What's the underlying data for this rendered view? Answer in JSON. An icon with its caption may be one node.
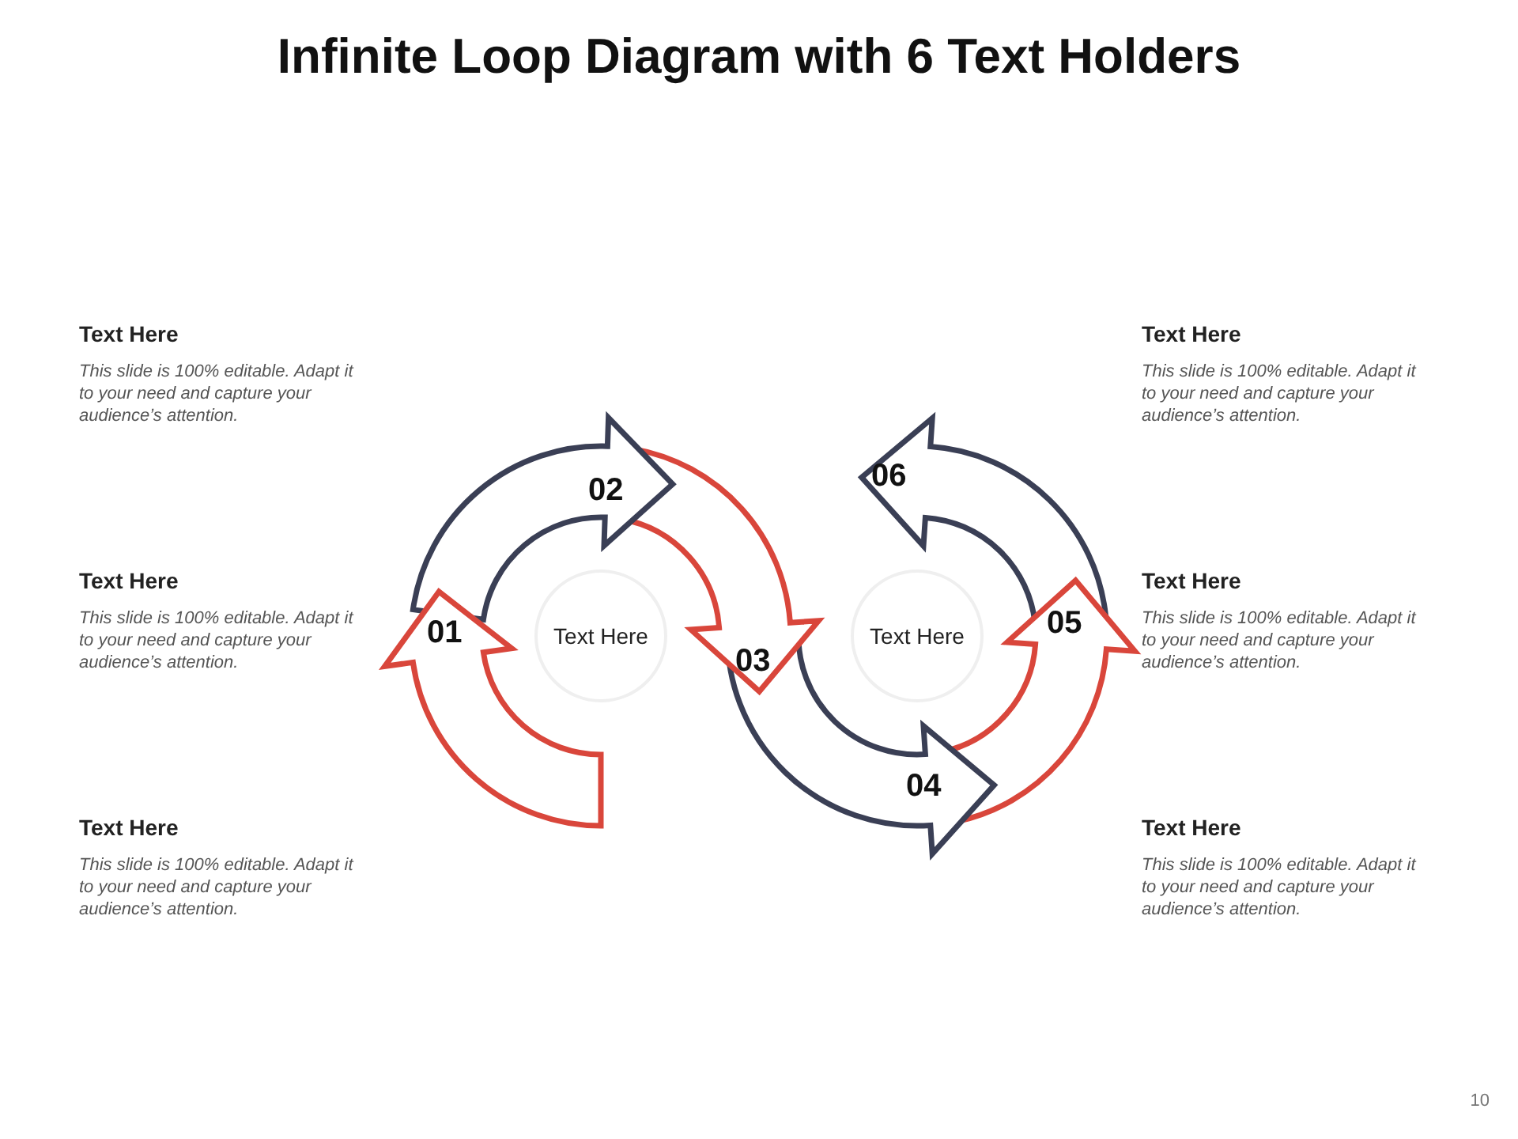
{
  "diagram": {
    "title": "Infinite Loop Diagram with 6 Text Holders",
    "nodes": [
      {
        "text": [
          "01"
        ]
      },
      {
        "text": [
          "02"
        ]
      },
      {
        "text": [
          "03"
        ]
      },
      {
        "text": [
          "04"
        ]
      },
      {
        "text": [
          "05"
        ]
      },
      {
        "text": [
          "06"
        ]
      },
      {
        "text": [
          "Text Here"
        ]
      },
      {
        "text": [
          "Text Here"
        ]
      }
    ],
    "labels": [
      "Text Here",
      "This slide is 100% editable. Adapt it to your need and capture your audience’s attention.",
      "Text Here",
      "This slide is 100% editable. Adapt it to your need and capture your audience’s attention.",
      "Text Here",
      "This slide is 100% editable. Adapt it to your need and capture your audience’s attention.",
      "Text Here",
      "This slide is 100% editable. Adapt it to your need and capture your audience’s attention.",
      "Text Here",
      "This slide is 100% editable. Adapt it to your need and capture your audience’s attention.",
      "Text Here",
      "This slide is 100% editable. Adapt it to your need and capture your audience’s attention.",
      "10"
    ]
  }
}
